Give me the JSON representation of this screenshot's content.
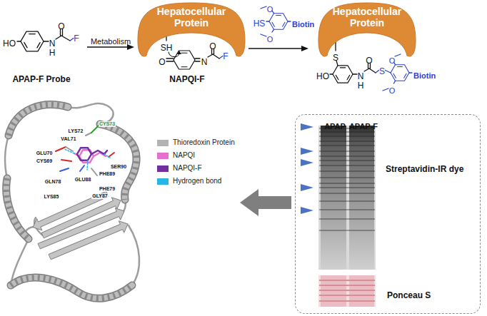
{
  "diagram": {
    "nodes": [
      {
        "text": [
          "Hepatocellular Protein"
        ]
      },
      {
        "text": [
          "Hepatocellular Protein"
        ]
      },
      {
        "text": [
          "APAP",
          "APAP-F",
          "Streptavidin-IR dye",
          "Ponceau S"
        ]
      }
    ],
    "labels": [
      "HO",
      "N",
      "H",
      "O",
      "F",
      "APAP-F Probe",
      "Metabolism",
      "SH",
      "O",
      "N",
      "O",
      "F",
      "NAPQI-F",
      "O",
      "HS",
      "O",
      "Biotin",
      "S",
      "HO",
      "N",
      "H",
      "O",
      "S",
      "O",
      "O",
      "Biotin",
      "LYS72",
      "CYS73",
      "VAL71",
      "GLU70",
      "CYS69",
      "SER90",
      "PHE89",
      "GLN78",
      "GLU88",
      "PHE79",
      "GLY87",
      "LYS85"
    ],
    "legend": [
      {
        "text": "Thioredoxin Protein",
        "color": "#b3b3b3"
      },
      {
        "text": "NAPQI",
        "color": "#e76fd0"
      },
      {
        "text": "NAPQI-F",
        "color": "#7030a0"
      },
      {
        "text": "Hydrogen bond",
        "color": "#27b5e5"
      }
    ]
  }
}
